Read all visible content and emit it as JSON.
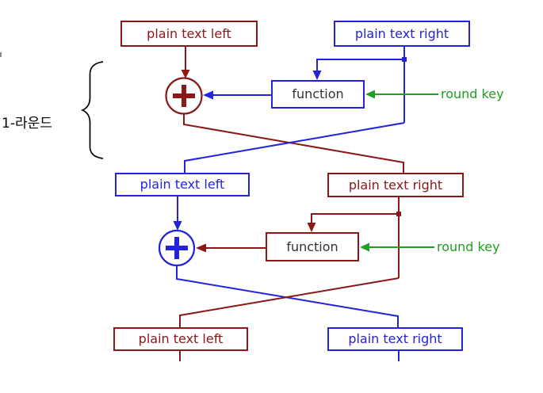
{
  "diagram": {
    "title_hint": "feistel-one-round-diagram",
    "annotation": {
      "round_label": "1-라운드"
    },
    "round1": {
      "left_box": "plain text left",
      "right_box": "plain text right",
      "function": "function",
      "round_key": "round key"
    },
    "round2": {
      "left_box": "plain text left",
      "right_box": "plain text right",
      "function": "function",
      "round_key": "round key"
    },
    "output": {
      "left_box": "plain text left",
      "right_box": "plain text right"
    },
    "icons": {
      "xor1": "circled-plus-xor-icon",
      "xor2": "circled-plus-xor-icon",
      "brace": "left-curly-brace"
    },
    "colors": {
      "dark_red": "#8b1717",
      "blue": "#2323dd",
      "green": "#1f9e1f",
      "function_text": "#333333",
      "annotation_text": "#000000"
    }
  }
}
